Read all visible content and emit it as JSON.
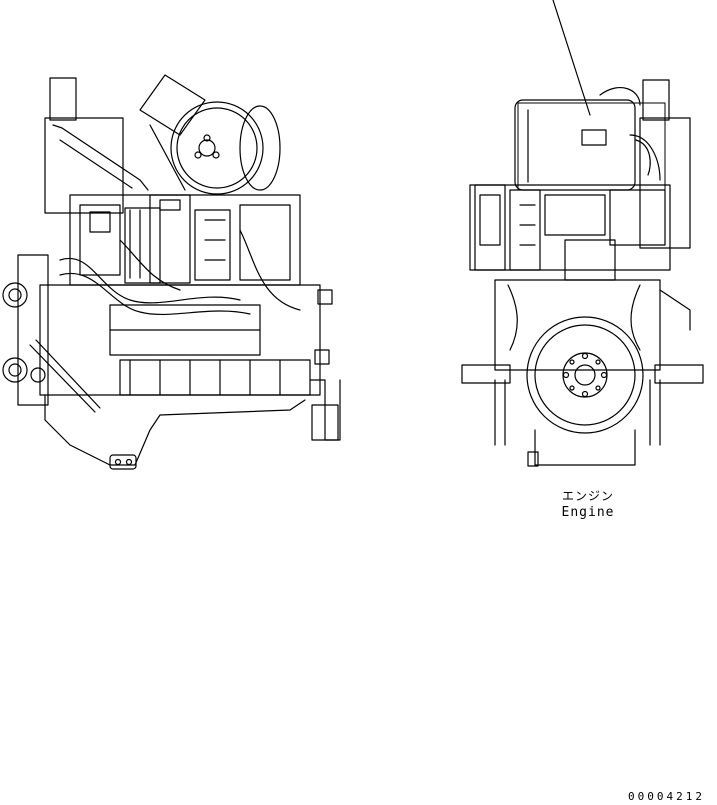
{
  "labels": {
    "engine_jp": "エンジン",
    "engine_en": "Engine"
  },
  "drawing_number": "00004212",
  "colors": {
    "line": "#000000",
    "background": "#ffffff"
  }
}
